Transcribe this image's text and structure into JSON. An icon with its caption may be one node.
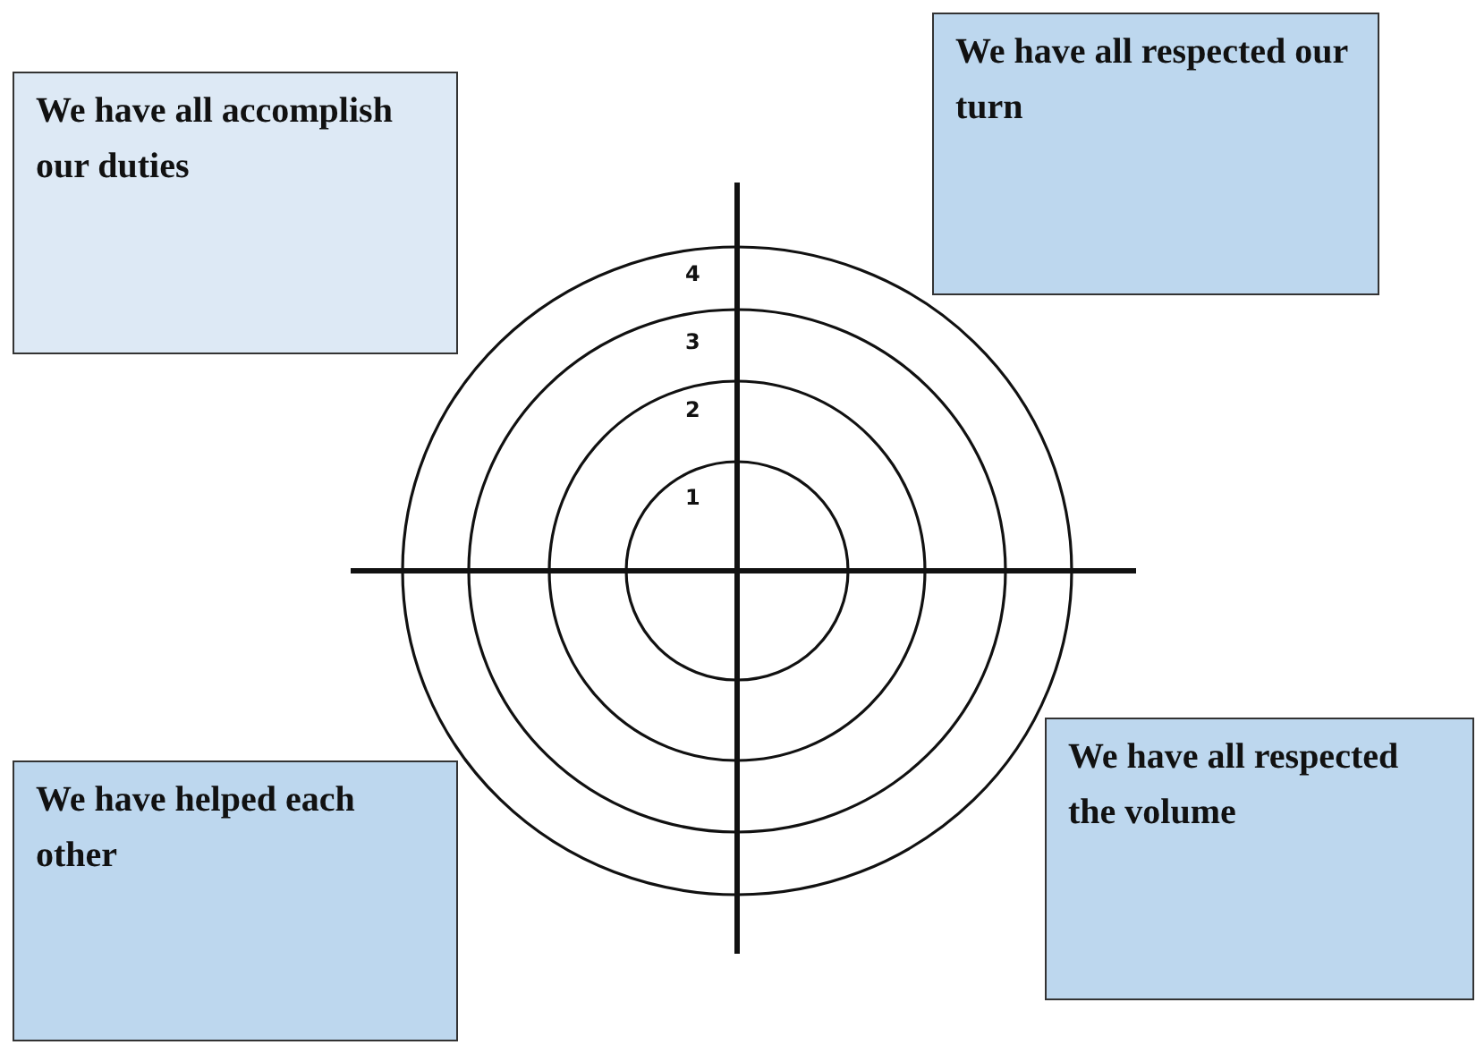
{
  "diagram": {
    "nodes": [
      {
        "text": [
          "We have all accomplish our duties"
        ]
      },
      {
        "text": [
          "We have all respected our turn"
        ]
      },
      {
        "text": [
          "We have helped each other"
        ]
      },
      {
        "text": [
          "We have all respected the volume"
        ]
      }
    ],
    "labels": [
      "4",
      "3",
      "2",
      "1"
    ]
  }
}
